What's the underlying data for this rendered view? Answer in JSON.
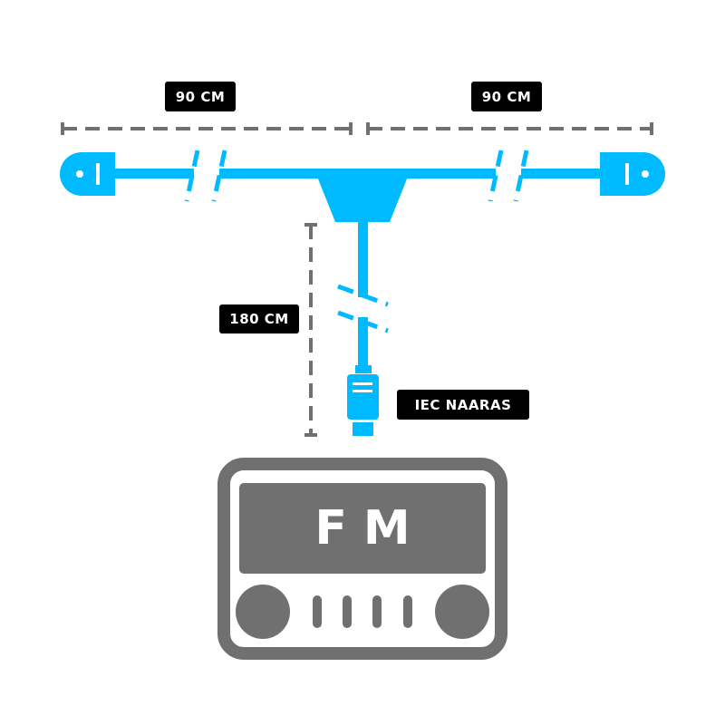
{
  "labels": {
    "left_length": "90 CM",
    "right_length": "90 CM",
    "down_length": "180 CM",
    "connector": "IEC NAARAS"
  },
  "radio": {
    "display_text": "FM"
  },
  "colors": {
    "cable": "#00BAFF",
    "gray": "#707070",
    "label_bg": "#000000"
  }
}
